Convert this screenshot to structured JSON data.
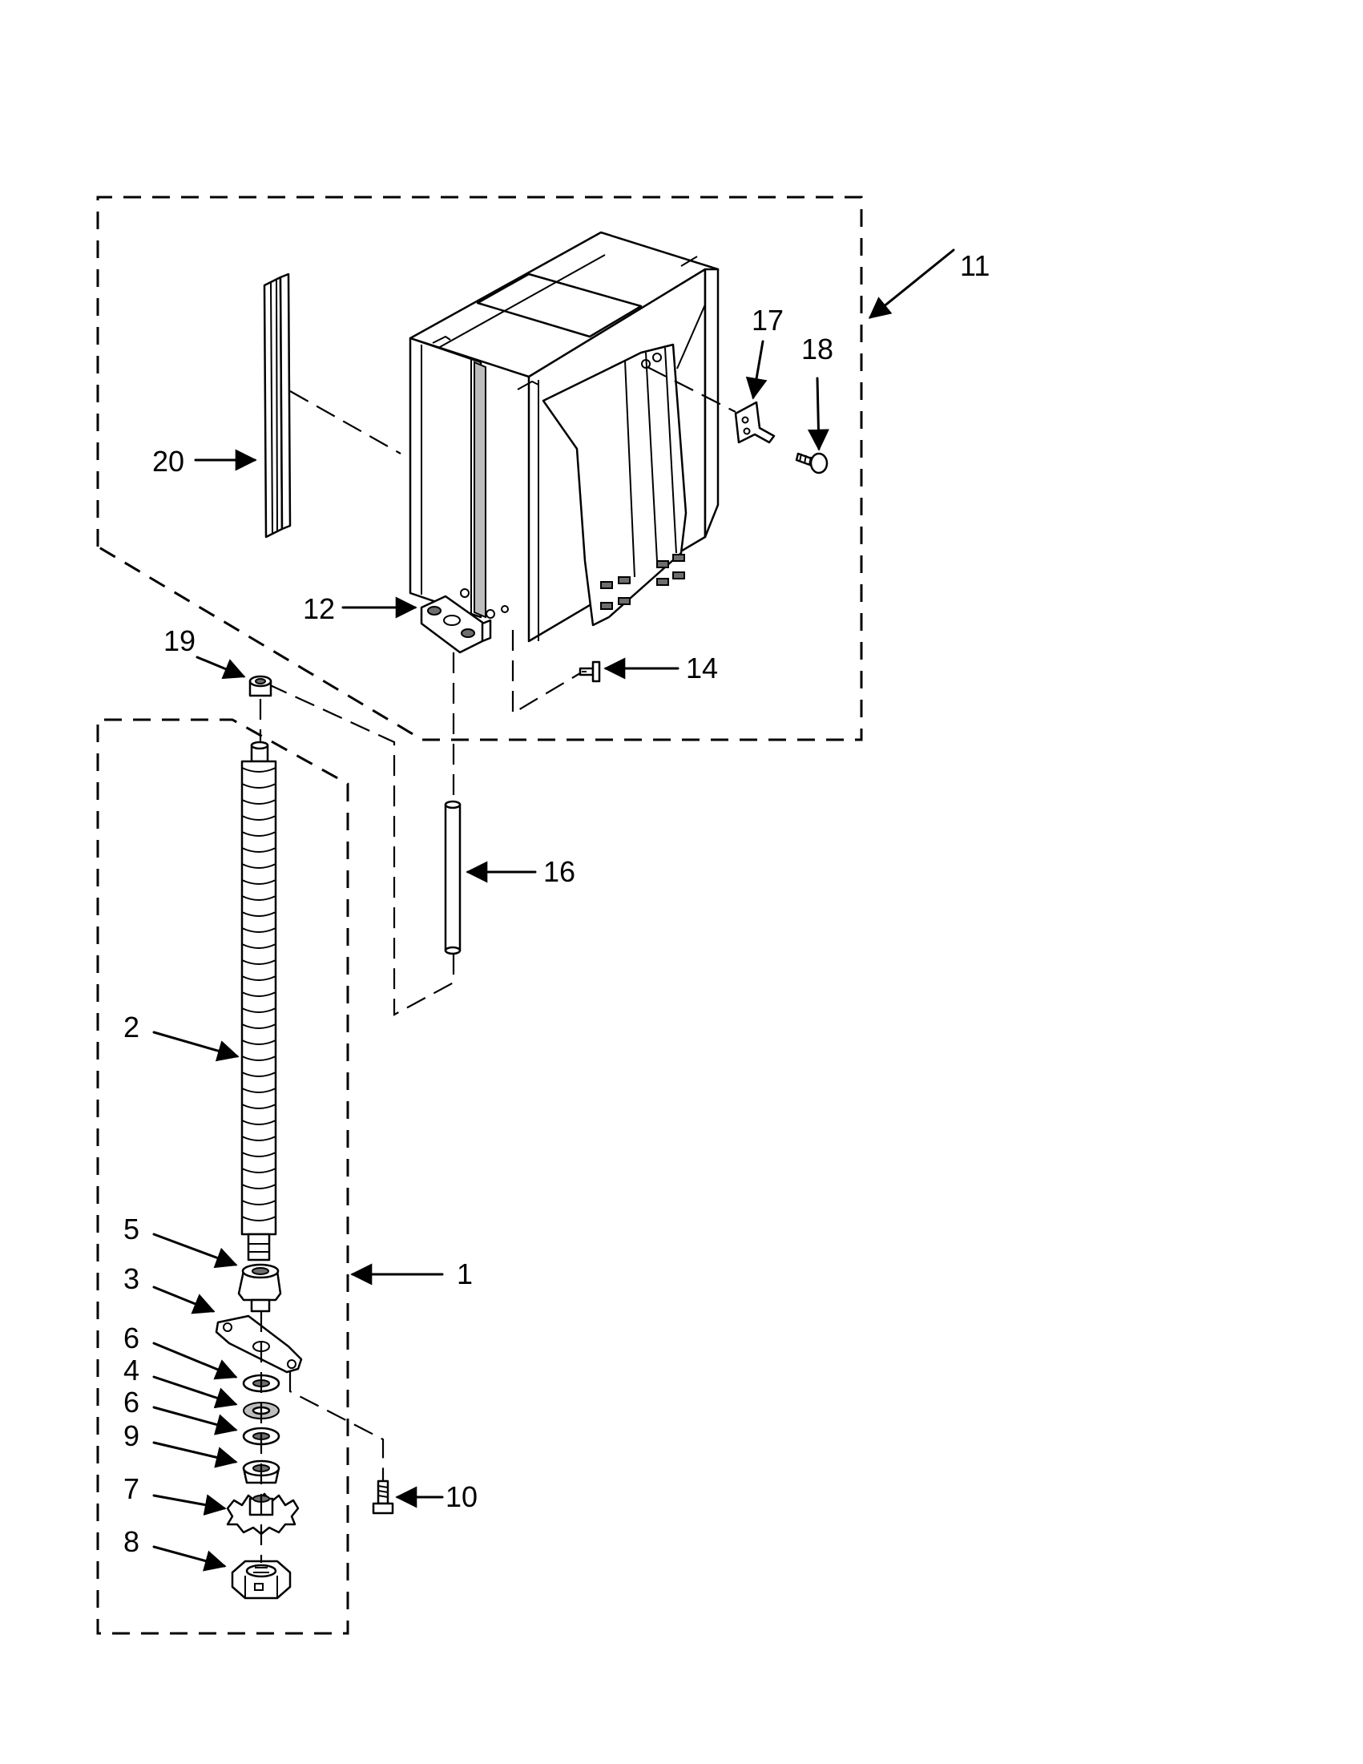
{
  "callouts": {
    "c1": "1",
    "c2": "2",
    "c3": "3",
    "c4": "4",
    "c5": "5",
    "c6a": "6",
    "c6b": "6",
    "c7": "7",
    "c8": "8",
    "c9": "9",
    "c10": "10",
    "c11": "11",
    "c12": "12",
    "c14": "14",
    "c16": "16",
    "c17": "17",
    "c18": "18",
    "c19": "19",
    "c20": "20"
  }
}
